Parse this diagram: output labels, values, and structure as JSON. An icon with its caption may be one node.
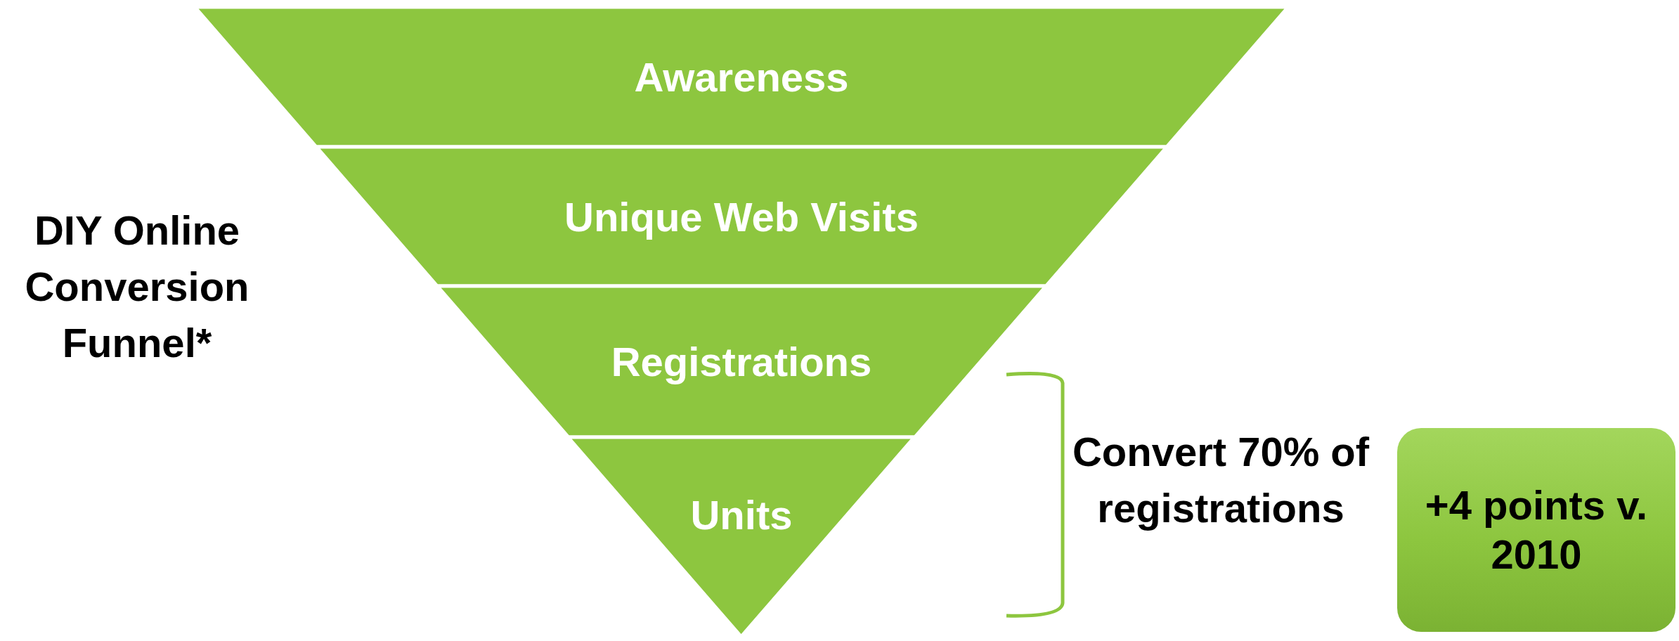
{
  "diagram": {
    "nodes": [
      {
        "text": [
          "Awareness"
        ]
      },
      {
        "text": [
          "Unique Web Visits"
        ]
      },
      {
        "text": [
          "Registrations"
        ]
      },
      {
        "text": [
          "Units"
        ]
      },
      {
        "text": [
          "+4 points v. 2010"
        ]
      }
    ],
    "labels": [
      "DIY Online Conversion Funnel*",
      "Convert 70% of registrations"
    ]
  }
}
